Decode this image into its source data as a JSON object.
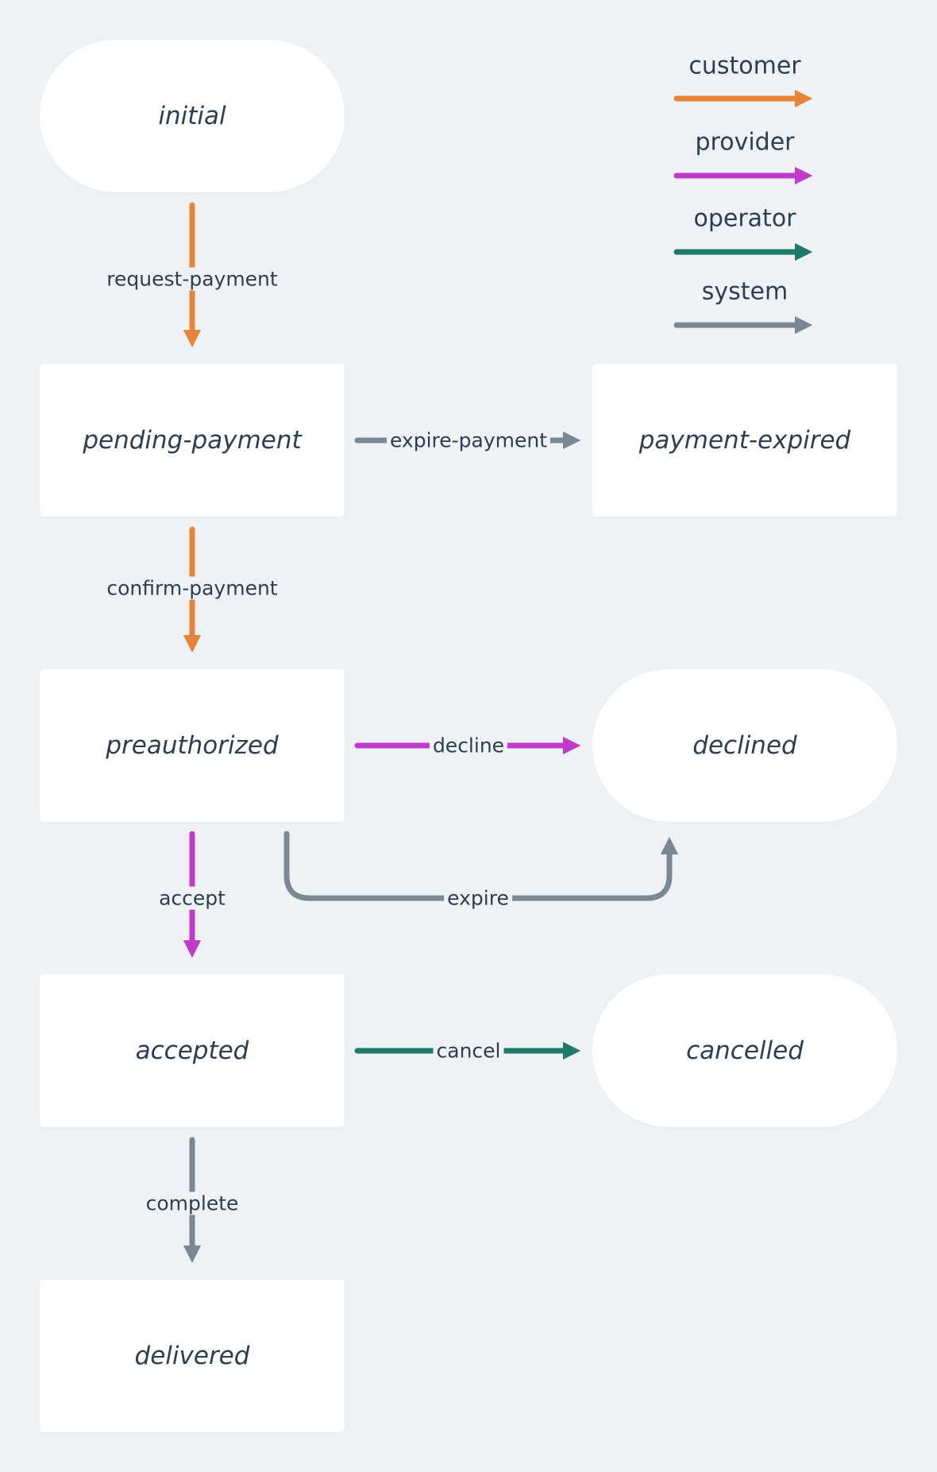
{
  "colors": {
    "customer": "#e8833a",
    "provider": "#c03bcc",
    "operator": "#1f7a6a",
    "system": "#7b8894"
  },
  "legend": [
    {
      "role": "customer",
      "label": "customer"
    },
    {
      "role": "provider",
      "label": "provider"
    },
    {
      "role": "operator",
      "label": "operator"
    },
    {
      "role": "system",
      "label": "system"
    }
  ],
  "states": {
    "initial": "initial",
    "pending_payment": "pending-payment",
    "payment_expired": "payment-expired",
    "preauthorized": "preauthorized",
    "declined": "declined",
    "accepted": "accepted",
    "cancelled": "cancelled",
    "delivered": "delivered"
  },
  "transitions": {
    "request_payment": {
      "label": "request-payment",
      "role": "customer"
    },
    "expire_payment": {
      "label": "expire-payment",
      "role": "system"
    },
    "confirm_payment": {
      "label": "confirm-payment",
      "role": "customer"
    },
    "decline": {
      "label": "decline",
      "role": "provider"
    },
    "expire": {
      "label": "expire",
      "role": "system"
    },
    "accept": {
      "label": "accept",
      "role": "provider"
    },
    "cancel": {
      "label": "cancel",
      "role": "operator"
    },
    "complete": {
      "label": "complete",
      "role": "system"
    }
  }
}
